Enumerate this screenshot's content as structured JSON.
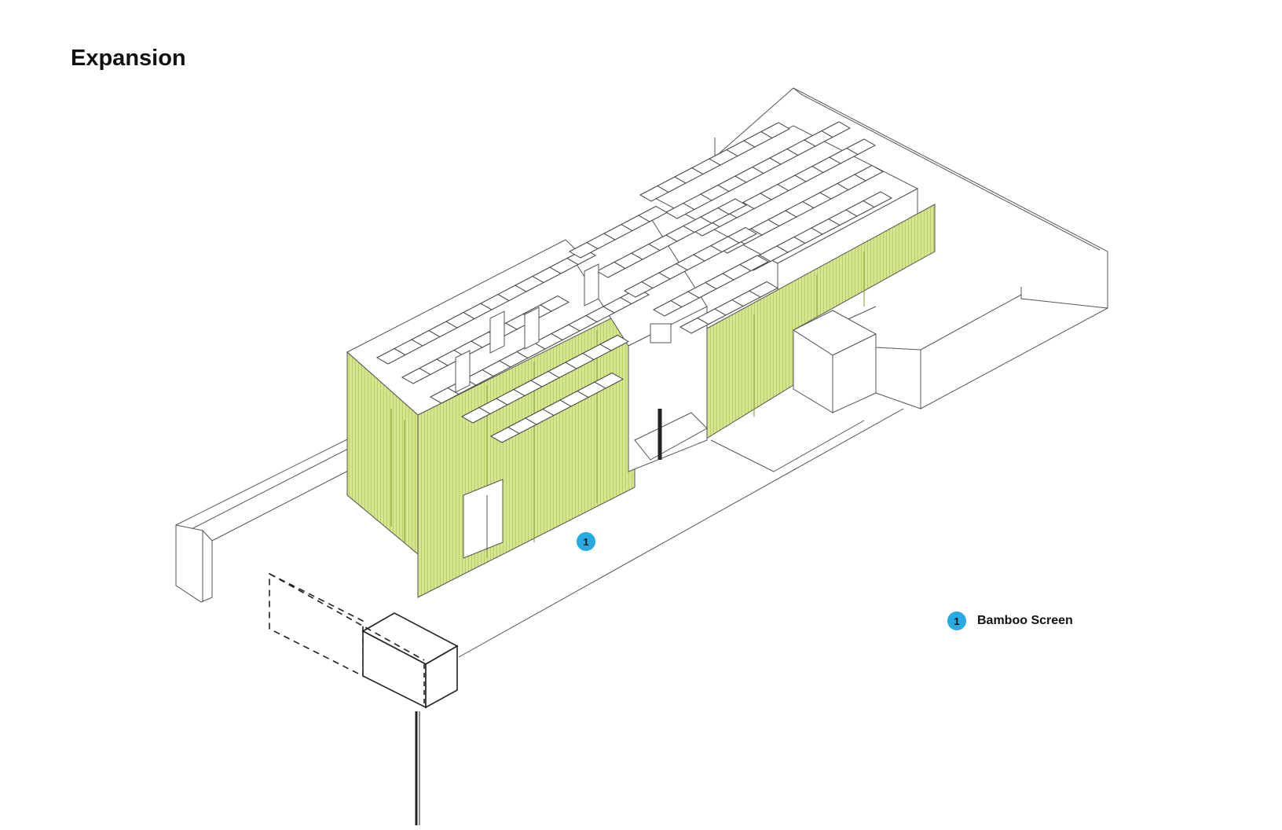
{
  "title": "Expansion",
  "callout": {
    "number": "1"
  },
  "legend": [
    {
      "number": "1",
      "label": "Bamboo Screen"
    }
  ],
  "colors": {
    "callout": "#27a9e1",
    "bamboo_fill": "#c9dc7a",
    "bamboo_line": "#9fbe45",
    "line": "#555555"
  }
}
